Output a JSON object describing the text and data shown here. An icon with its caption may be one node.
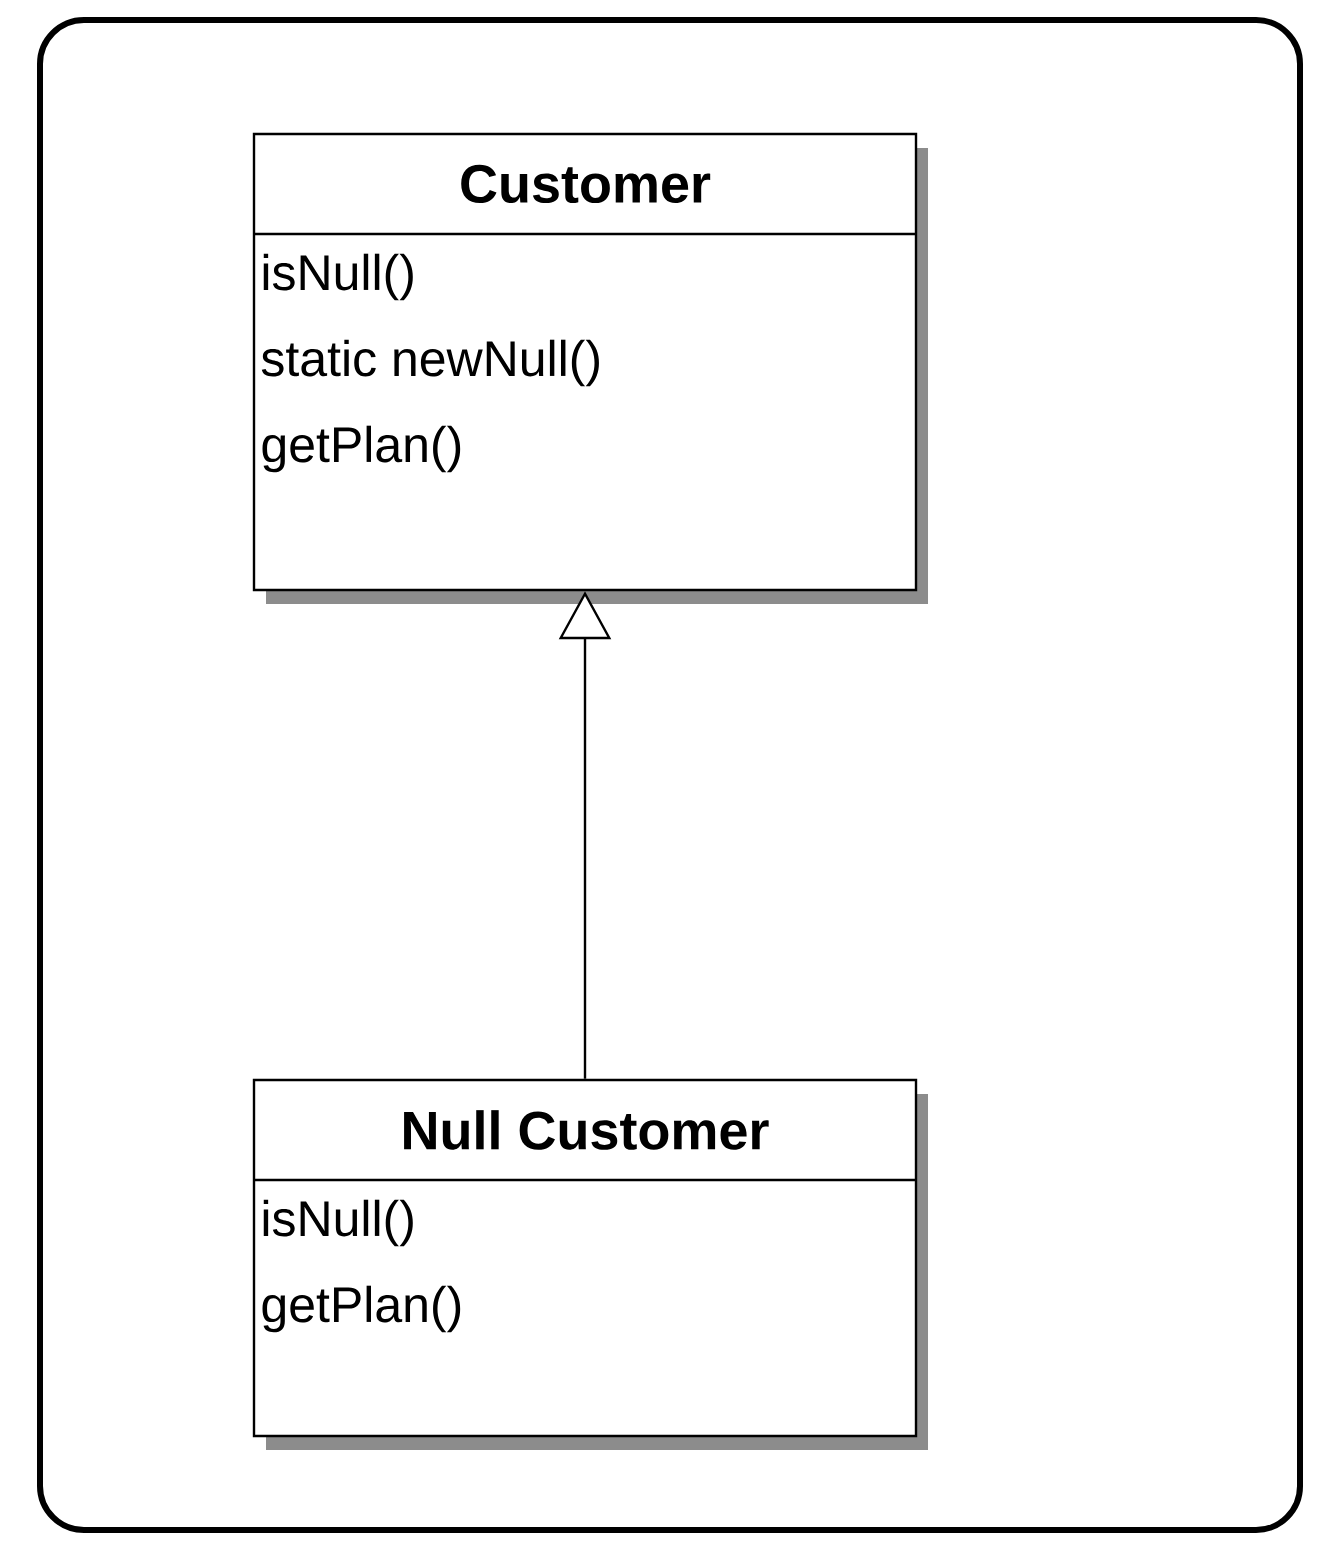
{
  "diagram": {
    "nodes": [
      {
        "text": [
          "Customer",
          "isNull()",
          "static newNull()",
          "getPlan()"
        ]
      },
      {
        "text": [
          "Null Customer",
          "isNull()",
          "getPlan()"
        ]
      }
    ],
    "edges": [
      {
        "from": 1,
        "to": 0,
        "arrow": "to"
      }
    ]
  }
}
